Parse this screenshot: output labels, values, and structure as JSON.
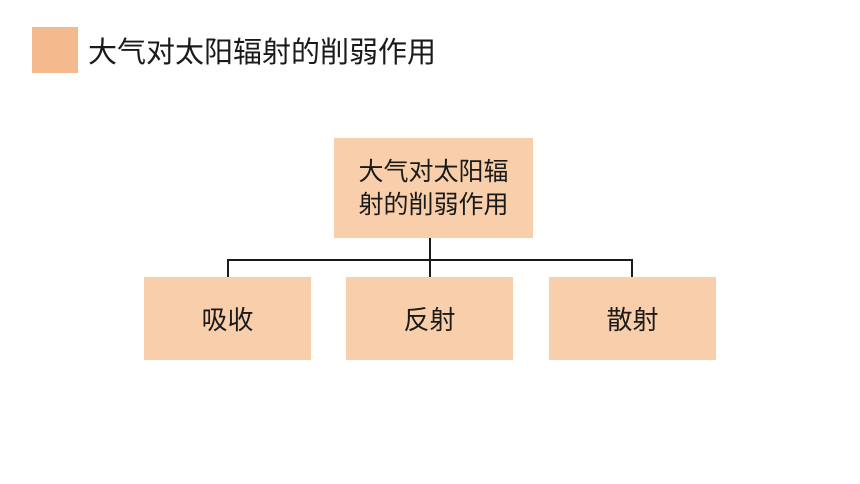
{
  "header": {
    "title": "大气对太阳辐射的削弱作用"
  },
  "diagram": {
    "root": {
      "line1": "大气对太阳辐",
      "line2": "射的削弱作用"
    },
    "children": [
      {
        "label": "吸收"
      },
      {
        "label": "反射"
      },
      {
        "label": "散射"
      }
    ]
  },
  "colors": {
    "title_marker": "#f4b98c",
    "node_fill": "#f8cfaa",
    "connector": "#1a1a1a"
  }
}
